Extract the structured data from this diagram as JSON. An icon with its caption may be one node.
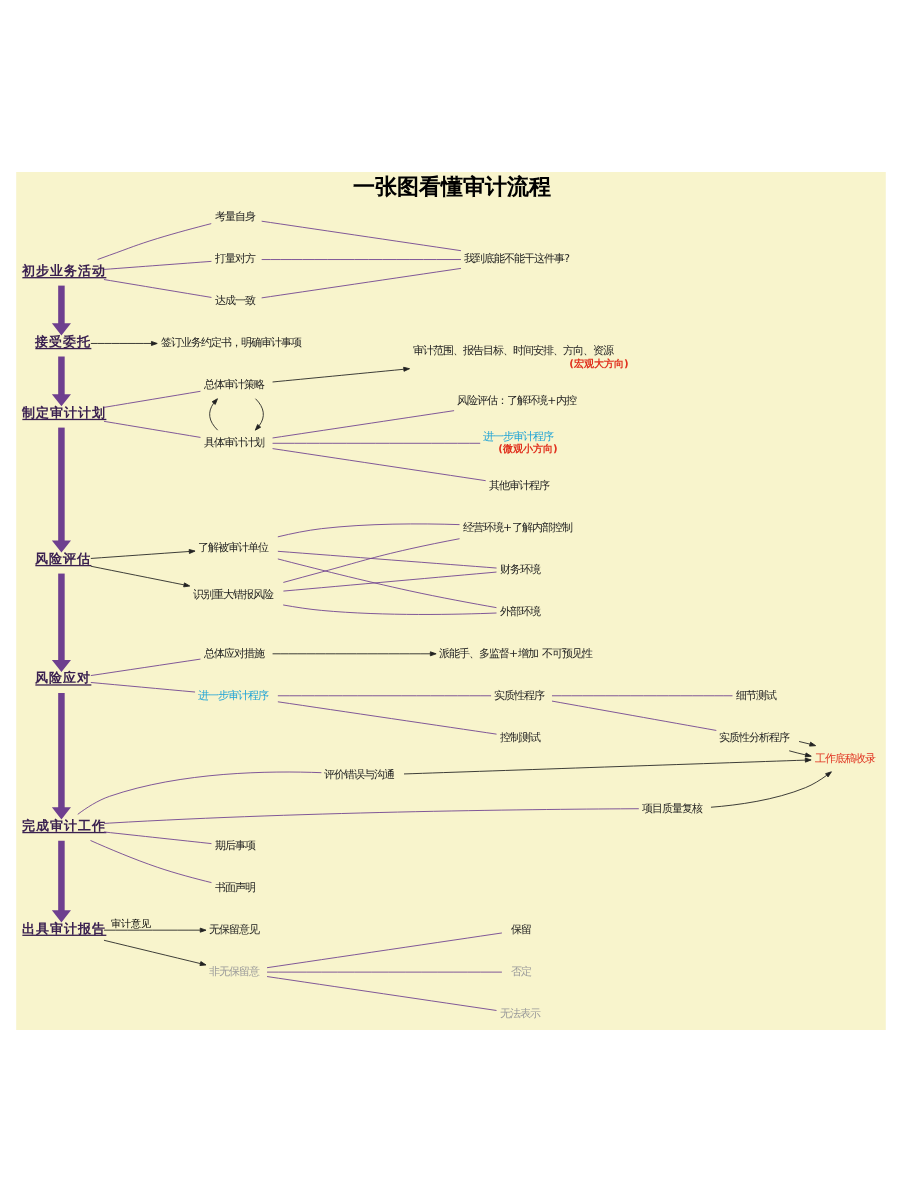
{
  "diagram": {
    "title": "一张图看懂审计流程",
    "nodes": [
      {
        "text": [
          "初步业务活动"
        ]
      },
      {
        "text": [
          "考量自身"
        ]
      },
      {
        "text": [
          "打量对方"
        ]
      },
      {
        "text": [
          "达成一致"
        ]
      },
      {
        "text": [
          "我到底能不能干这件事?"
        ]
      },
      {
        "text": [
          "接受委托"
        ]
      },
      {
        "text": [
          "签订业务约定书，明确审计事项"
        ]
      },
      {
        "text": [
          "制定审计计划"
        ]
      },
      {
        "text": [
          "总体审计策略"
        ]
      },
      {
        "text": [
          "审计范围、报告目标、时间安排、方向、资源"
        ],
        "beside": [
          "(宏观大方向)"
        ]
      },
      {
        "text": [
          "具体审计计划"
        ]
      },
      {
        "text": [
          "风险评估：了解环境+内控"
        ]
      },
      {
        "text": [
          "进一步审计程序"
        ],
        "beside": [
          "(微观小方向)"
        ]
      },
      {
        "text": [
          "其他审计程序"
        ]
      },
      {
        "text": [
          "风险评估"
        ]
      },
      {
        "text": [
          "了解被审计单位"
        ]
      },
      {
        "text": [
          "识别重大错报风险"
        ]
      },
      {
        "text": [
          "外部环境"
        ]
      },
      {
        "text": [
          "经营环境+了解内部控制"
        ]
      },
      {
        "text": [
          "财务环境"
        ]
      },
      {
        "text": [
          "风险应对"
        ]
      },
      {
        "text": [
          "总体应对措施"
        ]
      },
      {
        "text": [
          "派能手、多监督+增加 不可预见性"
        ]
      },
      {
        "text": [
          "进一步审计程序"
        ]
      },
      {
        "text": [
          "控制测试"
        ]
      },
      {
        "text": [
          "实质性程序"
        ]
      },
      {
        "text": [
          "细节测试"
        ]
      },
      {
        "text": [
          "实质性分析程序"
        ]
      },
      {
        "text": [
          "完成审计工作"
        ]
      },
      {
        "text": [
          "评价错误与沟通"
        ]
      },
      {
        "text": [
          "期后事项"
        ]
      },
      {
        "text": [
          "书面声明"
        ]
      },
      {
        "text": [
          "项目质量复核"
        ]
      },
      {
        "text": [
          "工作底稿收录"
        ]
      },
      {
        "text": [
          "出具审计报告"
        ]
      },
      {
        "text": [
          "无保留意见"
        ]
      },
      {
        "text": [
          "非无保留意"
        ]
      },
      {
        "text": [
          "保留"
        ]
      },
      {
        "text": [
          "否定"
        ]
      },
      {
        "text": [
          "无法表示"
        ]
      }
    ],
    "edges": [
      {
        "from": 0,
        "to": 5,
        "arrow": "to",
        "style": "thick"
      },
      {
        "from": 5,
        "to": 7,
        "arrow": "to",
        "style": "thick"
      },
      {
        "from": 7,
        "to": 14,
        "arrow": "to",
        "style": "thick"
      },
      {
        "from": 14,
        "to": 20,
        "arrow": "to",
        "style": "thick"
      },
      {
        "from": 20,
        "to": 28,
        "arrow": "to",
        "style": "thick"
      },
      {
        "from": 28,
        "to": 34,
        "arrow": "to",
        "style": "thick"
      },
      {
        "from": 0,
        "to": 1,
        "arrow": "none"
      },
      {
        "from": 0,
        "to": 2,
        "arrow": "none"
      },
      {
        "from": 0,
        "to": 3,
        "arrow": "none"
      },
      {
        "from": 1,
        "to": 4,
        "arrow": "none"
      },
      {
        "from": 2,
        "to": 4,
        "arrow": "none"
      },
      {
        "from": 3,
        "to": 4,
        "arrow": "none"
      },
      {
        "from": 5,
        "to": 6,
        "arrow": "to",
        "color": "#222222"
      },
      {
        "from": 7,
        "to": 8,
        "arrow": "none"
      },
      {
        "from": 7,
        "to": 10,
        "arrow": "none"
      },
      {
        "from": 8,
        "to": 9,
        "arrow": "to",
        "color": "#222222"
      },
      {
        "from": 8,
        "to": 10,
        "arrow": "to",
        "color": "#222222"
      },
      {
        "from": 10,
        "to": 8,
        "arrow": "to",
        "color": "#222222"
      },
      {
        "from": 10,
        "to": 11,
        "arrow": "none"
      },
      {
        "from": 10,
        "to": 12,
        "arrow": "none"
      },
      {
        "from": 10,
        "to": 13,
        "arrow": "none"
      },
      {
        "from": 14,
        "to": 15,
        "arrow": "to",
        "color": "#222222"
      },
      {
        "from": 14,
        "to": 16,
        "arrow": "to",
        "color": "#222222"
      },
      {
        "from": 15,
        "to": 17,
        "arrow": "none"
      },
      {
        "from": 15,
        "to": 18,
        "arrow": "none"
      },
      {
        "from": 15,
        "to": 19,
        "arrow": "none"
      },
      {
        "from": 16,
        "to": 17,
        "arrow": "none"
      },
      {
        "from": 16,
        "to": 18,
        "arrow": "none"
      },
      {
        "from": 16,
        "to": 19,
        "arrow": "none"
      },
      {
        "from": 20,
        "to": 21,
        "arrow": "none"
      },
      {
        "from": 20,
        "to": 23,
        "arrow": "none"
      },
      {
        "from": 21,
        "to": 22,
        "arrow": "to",
        "color": "#222222"
      },
      {
        "from": 23,
        "to": 24,
        "arrow": "none"
      },
      {
        "from": 23,
        "to": 25,
        "arrow": "none"
      },
      {
        "from": 25,
        "to": 26,
        "arrow": "none"
      },
      {
        "from": 25,
        "to": 27,
        "arrow": "none"
      },
      {
        "from": 27,
        "to": 33,
        "arrow": "to",
        "color": "#222222"
      },
      {
        "from": 27,
        "to": 33,
        "arrow": "to",
        "color": "#222222"
      },
      {
        "from": 28,
        "to": 29,
        "arrow": "none"
      },
      {
        "from": 28,
        "to": 30,
        "arrow": "none"
      },
      {
        "from": 28,
        "to": 31,
        "arrow": "none"
      },
      {
        "from": 28,
        "to": 32,
        "arrow": "none"
      },
      {
        "from": 29,
        "to": 33,
        "arrow": "to",
        "color": "#222222"
      },
      {
        "from": 32,
        "to": 33,
        "arrow": "to",
        "color": "#222222"
      },
      {
        "from": 34,
        "to": 35,
        "arrow": "to",
        "label": "审计意见",
        "color": "#222222"
      },
      {
        "from": 34,
        "to": 36,
        "arrow": "to",
        "color": "#222222"
      },
      {
        "from": 36,
        "to": 37,
        "arrow": "none"
      },
      {
        "from": 36,
        "to": 38,
        "arrow": "none"
      },
      {
        "from": 36,
        "to": 39,
        "arrow": "none"
      }
    ]
  }
}
